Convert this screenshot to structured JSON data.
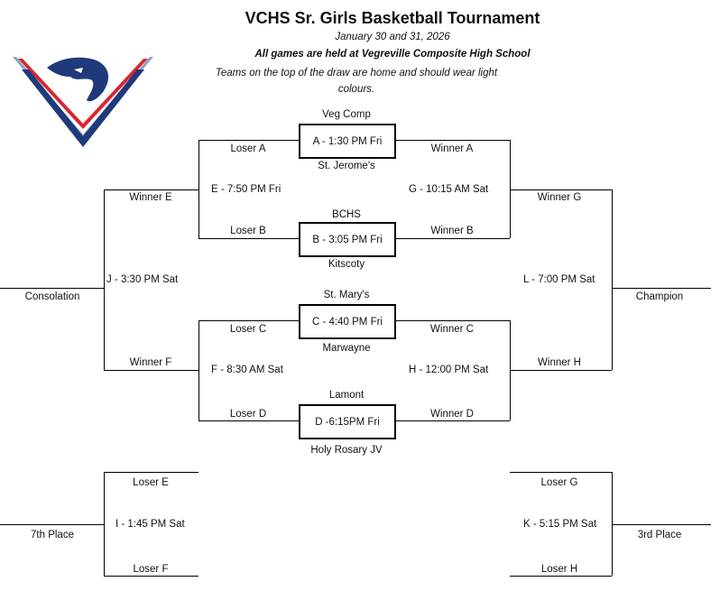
{
  "header": {
    "title": "VCHS Sr. Girls Basketball Tournament",
    "date": "January 30 and 31, 2026",
    "venue": "All games are held at Vegreville Composite High School",
    "note": "Teams on the top of the draw are home and should wear light colours."
  },
  "logo": {
    "name": "panther-v-logo",
    "colors": {
      "navy": "#1f3a7a",
      "red": "#d8262e"
    }
  },
  "games": {
    "A": {
      "label": "A  - 1:30 PM Fri",
      "home": "Veg Comp",
      "away": "St. Jerome's"
    },
    "B": {
      "label": "B - 3:05 PM Fri",
      "home": "BCHS",
      "away": "Kitscoty"
    },
    "C": {
      "label": "C - 4:40 PM Fri",
      "home": "St. Mary's",
      "away": "Marwayne"
    },
    "D": {
      "label": "D -6:15PM Fri",
      "home": "Lamont",
      "away": "Holy Rosary JV"
    },
    "E": "E - 7:50 PM Fri",
    "F": "F - 8:30 AM Sat",
    "G": "G - 10:15 AM Sat",
    "H": "H - 12:00 PM Sat",
    "I": "I - 1:45 PM Sat",
    "J": "J - 3:30 PM Sat",
    "K": "K - 5:15 PM Sat",
    "L": "L - 7:00 PM Sat"
  },
  "slots": {
    "loser_a": "Loser A",
    "loser_b": "Loser B",
    "loser_c": "Loser C",
    "loser_d": "Loser D",
    "winner_a": "Winner A",
    "winner_b": "Winner B",
    "winner_c": "Winner C",
    "winner_d": "Winner D",
    "winner_e": "Winner E",
    "winner_f": "Winner F",
    "winner_g": "Winner G",
    "winner_h": "Winner H",
    "loser_e": "Loser E",
    "loser_f": "Loser F",
    "loser_g": "Loser G",
    "loser_h": "Loser H"
  },
  "results": {
    "consolation": "Consolation",
    "champion": "Champion",
    "seventh": "7th Place",
    "third": "3rd Place"
  }
}
